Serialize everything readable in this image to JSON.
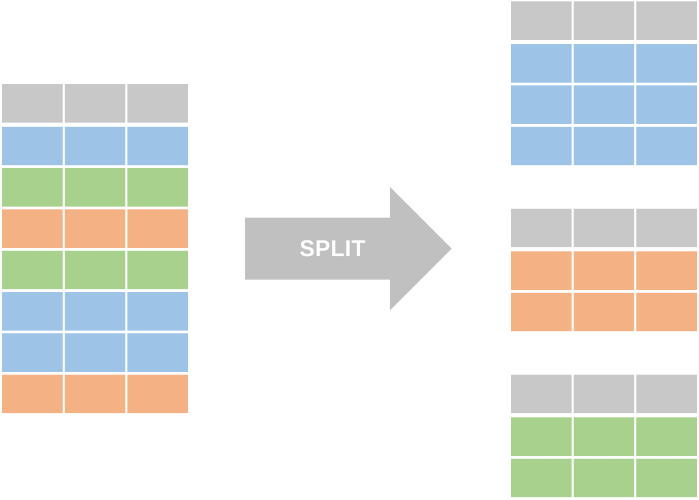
{
  "colors": {
    "header": "#c8c8c8",
    "blue": "#9dc3e6",
    "green": "#a9d18e",
    "orange": "#f4b183",
    "arrow": "#c0c0c0",
    "arrow_text": "#ffffff"
  },
  "columns": 3,
  "source_table": {
    "rows": [
      "header",
      "blue",
      "green",
      "orange",
      "green",
      "blue",
      "blue",
      "orange"
    ]
  },
  "split": {
    "label": "SPLIT"
  },
  "result_tables": [
    {
      "rows": [
        "header",
        "blue",
        "blue",
        "blue"
      ]
    },
    {
      "rows": [
        "header",
        "orange",
        "orange"
      ]
    },
    {
      "rows": [
        "header",
        "green",
        "green"
      ]
    }
  ]
}
